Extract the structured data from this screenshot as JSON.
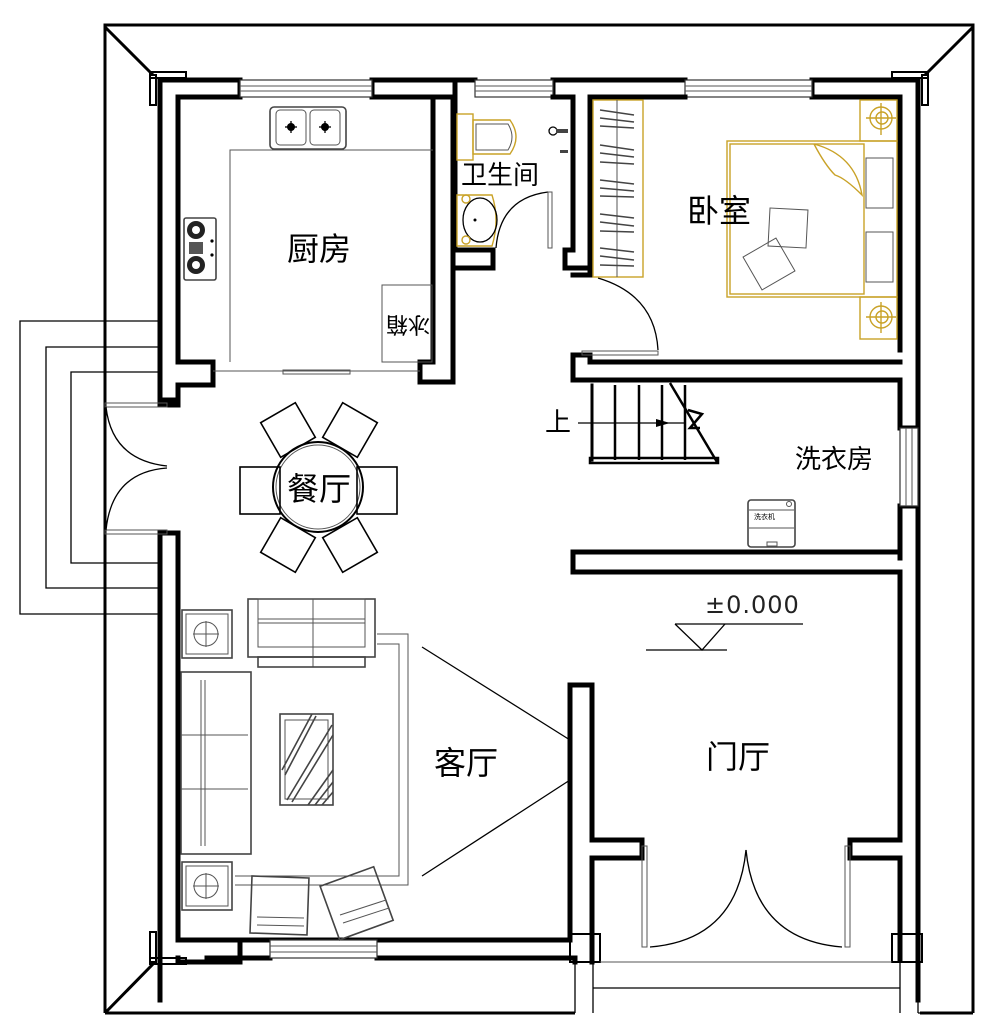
{
  "plan": {
    "type": "floor-plan",
    "floor_elevation": "±0.000",
    "colors": {
      "wall": "#000000",
      "furniture_line": "#555555",
      "sanitary_bed_accent": "#c9a227",
      "background": "#ffffff"
    }
  },
  "rooms": {
    "kitchen": {
      "label": "厨房"
    },
    "bathroom": {
      "label": "卫生间"
    },
    "bedroom": {
      "label": "卧室"
    },
    "dining": {
      "label": "餐厅"
    },
    "laundry": {
      "label": "洗衣房"
    },
    "living": {
      "label": "客厅"
    },
    "foyer": {
      "label": "门厅"
    }
  },
  "annotations": {
    "stair_direction": "上",
    "fridge": "冰箱",
    "washer": "洗衣机",
    "elevation": "±0.000"
  },
  "icons": [
    "double-sink-icon",
    "gas-stove-icon",
    "fridge-icon",
    "toilet-icon",
    "wash-basin-icon",
    "wardrobe-icon",
    "double-bed-icon",
    "nightstand-lamp-icon",
    "round-dining-table-icon",
    "sofa-icon",
    "coffee-table-icon",
    "armchair-icon",
    "washing-machine-icon",
    "staircase-icon",
    "elevation-marker-icon",
    "double-door-icon",
    "swing-door-icon",
    "window-icon"
  ]
}
